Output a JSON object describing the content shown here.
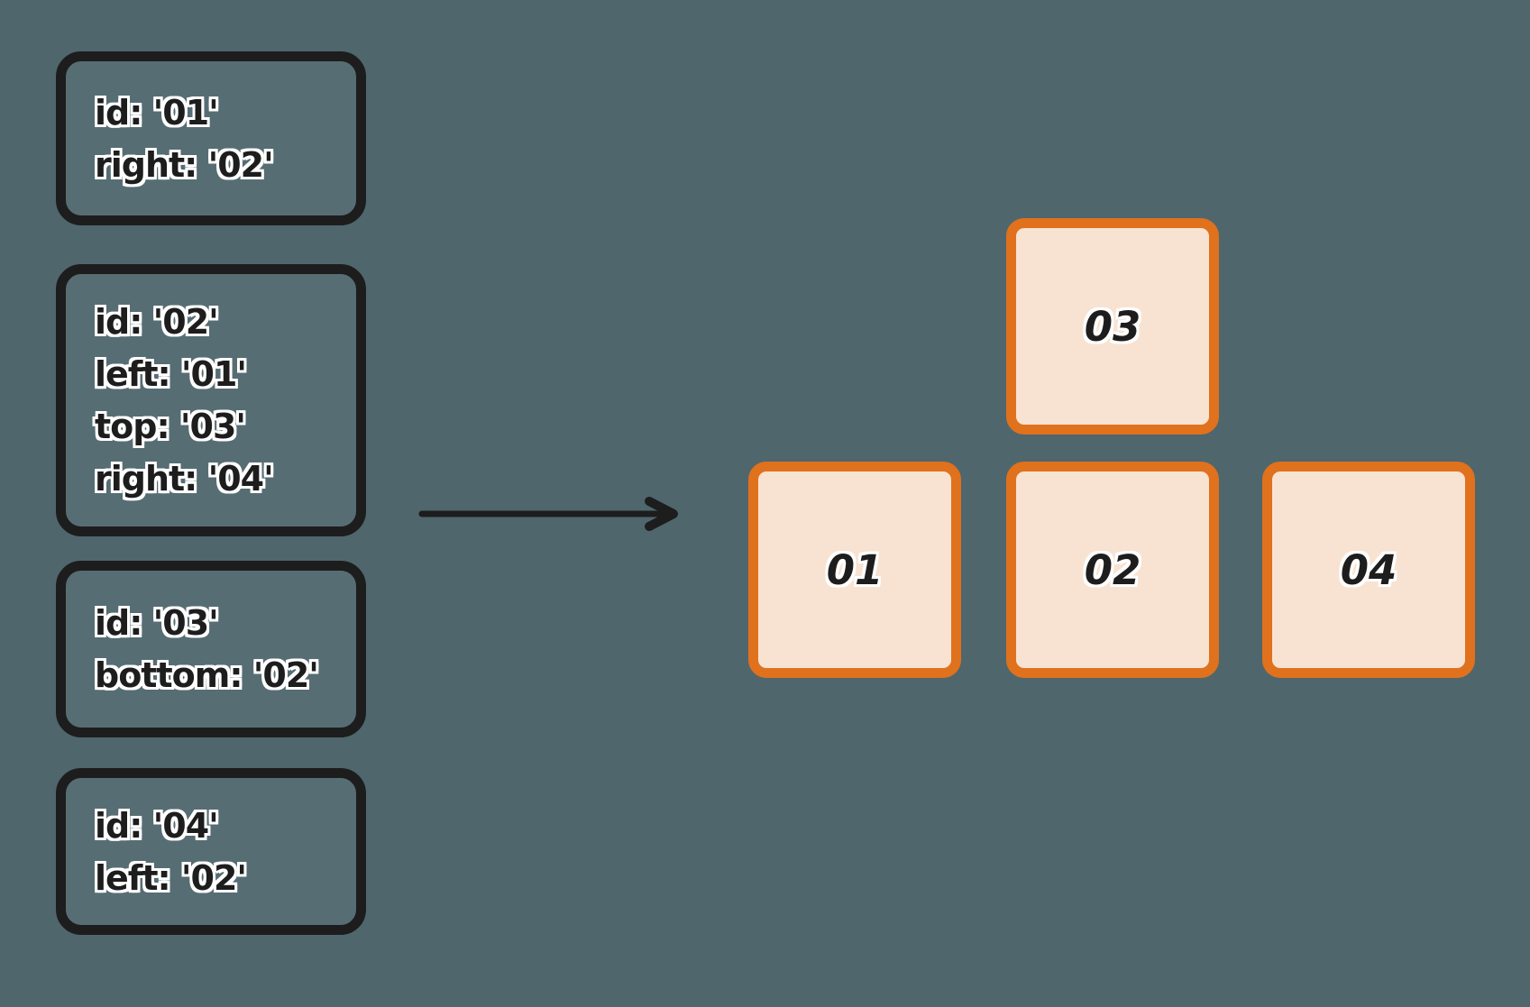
{
  "canvas": {
    "background": "#4f666d"
  },
  "colors": {
    "definition_border": "#1d1d1d",
    "text": "#1d1d1d",
    "text_outline": "#ffffff",
    "node_border": "#e0711d",
    "node_fill": "#f8e3d2",
    "arrow": "#1d1d1d"
  },
  "icons": {
    "flow_arrow": "arrow-right-icon"
  },
  "definitions": [
    {
      "lines": [
        "id: '01'",
        "right: '02'"
      ]
    },
    {
      "lines": [
        "id: '02'",
        "left: '01'",
        "top: '03'",
        "right: '04'"
      ]
    },
    {
      "lines": [
        "id: '03'",
        "bottom: '02'"
      ]
    },
    {
      "lines": [
        "id: '04'",
        "left: '02'"
      ]
    }
  ],
  "diagram": {
    "top_node": "03",
    "row_nodes": [
      "01",
      "02",
      "04"
    ]
  }
}
